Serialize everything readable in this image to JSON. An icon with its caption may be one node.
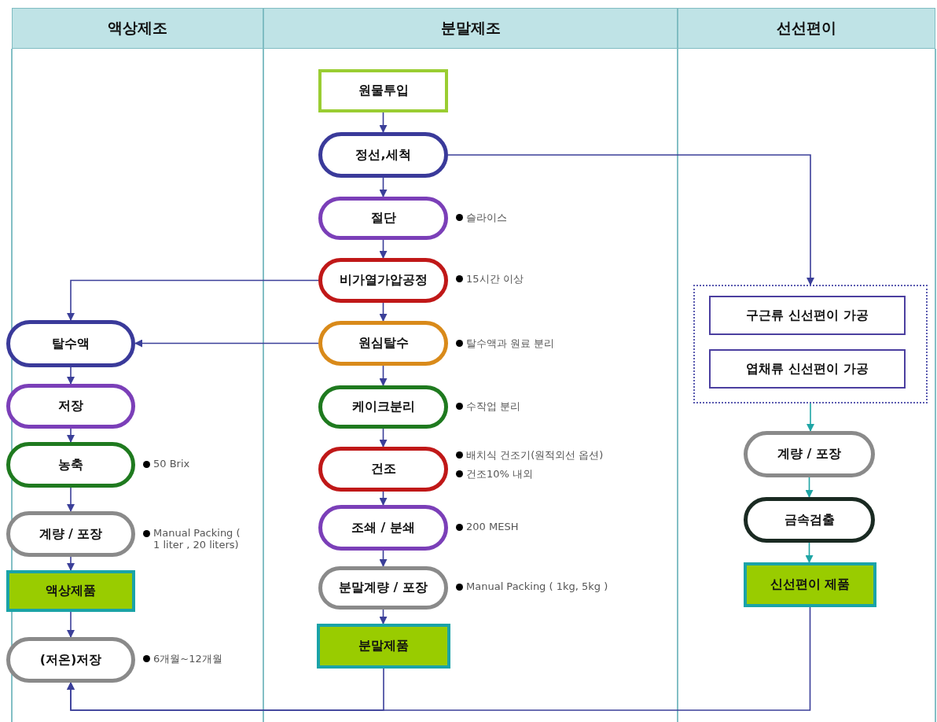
{
  "diagram": {
    "nodes": [
      {
        "text": [
          "액상제조"
        ]
      },
      {
        "text": [
          "분말제조"
        ]
      },
      {
        "text": [
          "선선편이"
        ]
      },
      {
        "text": [
          "원물투입"
        ]
      },
      {
        "text": [
          "정선,세척"
        ]
      },
      {
        "text": [
          "절단"
        ],
        "beside": [
          "슬라이스"
        ]
      },
      {
        "text": [
          "비가열가압공정"
        ],
        "beside": [
          "15시간 이상"
        ]
      },
      {
        "text": [
          "원심탈수"
        ],
        "beside": [
          "탈수액과 원료 분리"
        ]
      },
      {
        "text": [
          "케이크분리"
        ],
        "beside": [
          "수작업 분리"
        ]
      },
      {
        "text": [
          "건조"
        ],
        "beside": [
          "배치식 건조기(원적외선 옵션)",
          "건조10% 내외"
        ]
      },
      {
        "text": [
          "조쇄 / 분쇄"
        ],
        "beside": [
          "200 MESH"
        ]
      },
      {
        "text": [
          "분말계량 / 포장"
        ],
        "beside": [
          "Manual Packing ( 1kg, 5kg )"
        ]
      },
      {
        "text": [
          "분말제품"
        ]
      },
      {
        "text": [
          "탈수액"
        ]
      },
      {
        "text": [
          "저장"
        ]
      },
      {
        "text": [
          "농축"
        ],
        "beside": [
          "50 Brix"
        ]
      },
      {
        "text": [
          "계량 / 포장"
        ],
        "beside": [
          "Manual Packing ( 1 liter , 20 liters)"
        ]
      },
      {
        "text": [
          "액상제품"
        ]
      },
      {
        "text": [
          "(저온)저장"
        ],
        "beside": [
          "6개월~12개월"
        ]
      },
      {
        "text": [],
        "shape": "box"
      },
      {
        "text": [
          "구근류 신선편이 가공"
        ],
        "in": 19
      },
      {
        "text": [
          "엽채류 신선편이 가공"
        ],
        "in": 19
      },
      {
        "text": [
          "계량 / 포장"
        ]
      },
      {
        "text": [
          "금속검출"
        ]
      },
      {
        "text": [
          "신선편이 제품"
        ]
      }
    ],
    "edges": [
      {
        "from": 3,
        "to": 4,
        "arrow": "to"
      },
      {
        "from": 4,
        "to": 5,
        "arrow": "to"
      },
      {
        "from": 5,
        "to": 6,
        "arrow": "to"
      },
      {
        "from": 6,
        "to": 7,
        "arrow": "to"
      },
      {
        "from": 7,
        "to": 8,
        "arrow": "to"
      },
      {
        "from": 8,
        "to": 9,
        "arrow": "to"
      },
      {
        "from": 9,
        "to": 10,
        "arrow": "to"
      },
      {
        "from": 10,
        "to": 11,
        "arrow": "to"
      },
      {
        "from": 11,
        "to": 12,
        "arrow": "to"
      },
      {
        "from": 4,
        "to": 19,
        "arrow": "to"
      },
      {
        "from": 6,
        "to": 13,
        "arrow": "to"
      },
      {
        "from": 7,
        "to": 13,
        "arrow": "to"
      },
      {
        "from": 13,
        "to": 14,
        "arrow": "to"
      },
      {
        "from": 14,
        "to": 15,
        "arrow": "to"
      },
      {
        "from": 15,
        "to": 16,
        "arrow": "to"
      },
      {
        "from": 16,
        "to": 17,
        "arrow": "to"
      },
      {
        "from": 17,
        "to": 18,
        "arrow": "to"
      },
      {
        "from": 19,
        "to": 22,
        "arrow": "to",
        "color": "#1fa5a5"
      },
      {
        "from": 22,
        "to": 23,
        "arrow": "to",
        "color": "#1fa5a5"
      },
      {
        "from": 23,
        "to": 24,
        "arrow": "to",
        "color": "#1fa5a5"
      },
      {
        "from": 12,
        "to": 18,
        "arrow": "to"
      },
      {
        "from": 24,
        "to": 18,
        "arrow": "to"
      }
    ]
  }
}
